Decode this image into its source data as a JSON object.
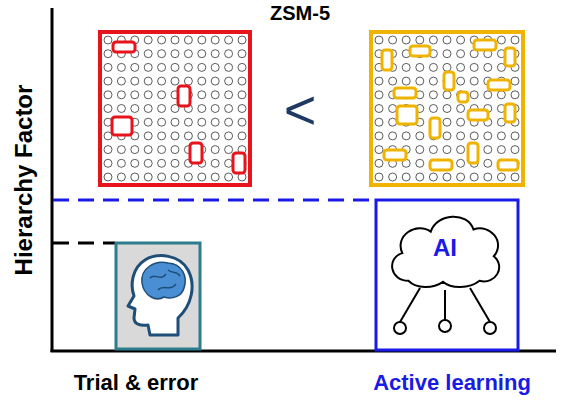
{
  "diagram": {
    "nodes": [
      {
        "text": [
          "AI"
        ]
      }
    ],
    "labels": [
      "ZSM-5",
      "Hierarchy Factor",
      "<",
      "Trial & error",
      "Active learning"
    ]
  }
}
